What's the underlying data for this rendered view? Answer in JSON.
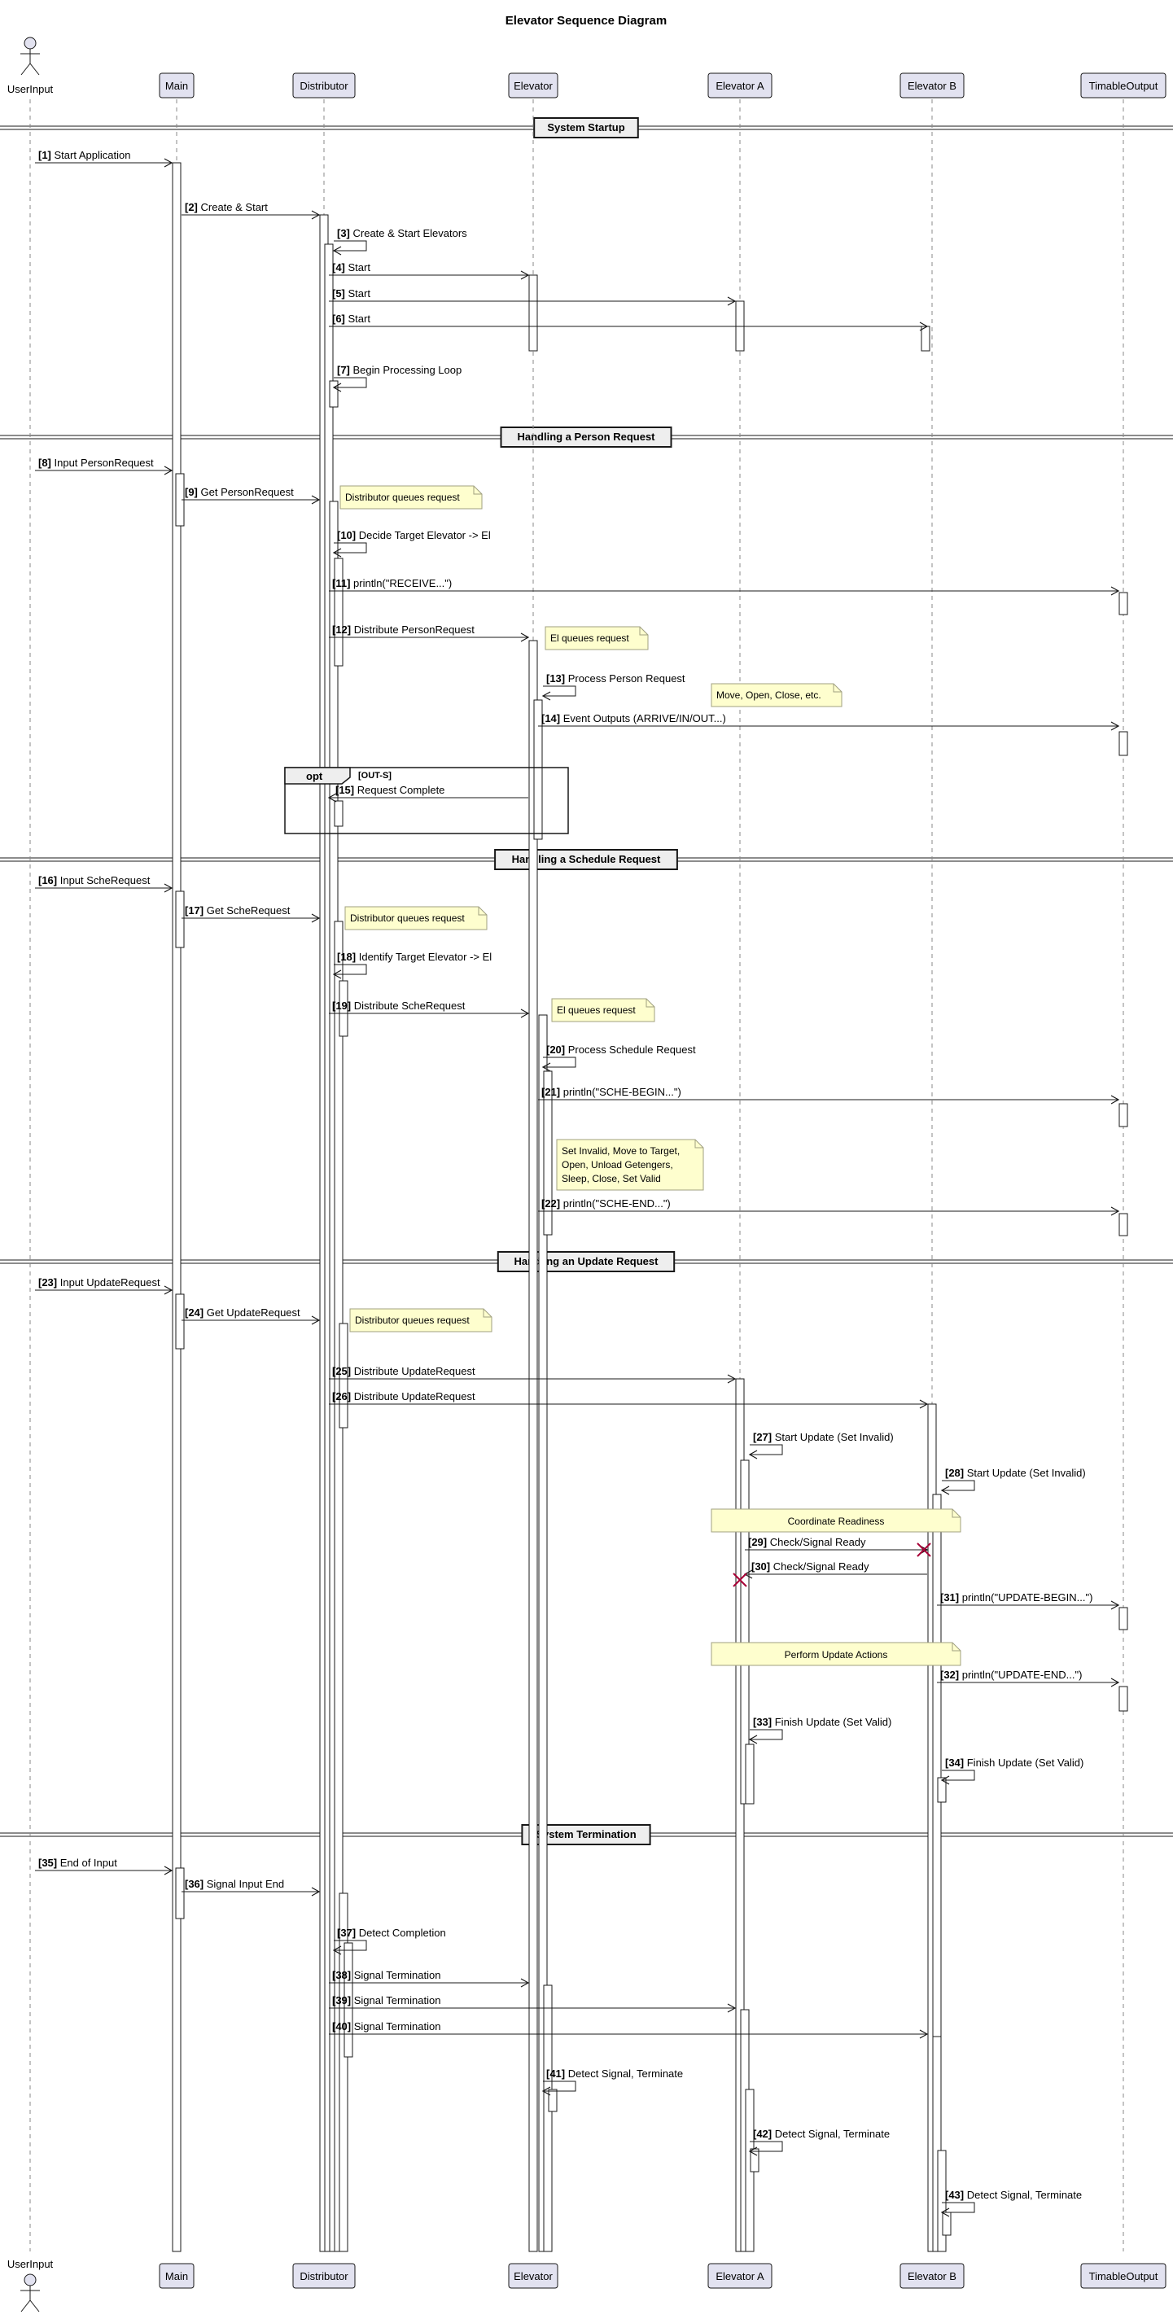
{
  "title": "Elevator Sequence Diagram",
  "participants": [
    {
      "id": "user",
      "label": "UserInput",
      "kind": "actor"
    },
    {
      "id": "main",
      "label": "Main",
      "kind": "box"
    },
    {
      "id": "dist",
      "label": "Distributor",
      "kind": "box"
    },
    {
      "id": "elev",
      "label": "Elevator",
      "kind": "box"
    },
    {
      "id": "ea",
      "label": "Elevator A",
      "kind": "box"
    },
    {
      "id": "eb",
      "label": "Elevator B",
      "kind": "box"
    },
    {
      "id": "out",
      "label": "TimableOutput",
      "kind": "box"
    }
  ],
  "sections": [
    {
      "label": "System Startup"
    },
    {
      "label": "Handling a Person Request"
    },
    {
      "label": "Handling a Schedule Request"
    },
    {
      "label": "Handling an Update Request"
    },
    {
      "label": "System Termination"
    }
  ],
  "messages": [
    {
      "n": "[1]",
      "text": "Start Application",
      "from": "user",
      "to": "main"
    },
    {
      "n": "[2]",
      "text": "Create & Start",
      "from": "main",
      "to": "dist"
    },
    {
      "n": "[3]",
      "text": "Create & Start Elevators",
      "from": "dist",
      "to": "dist"
    },
    {
      "n": "[4]",
      "text": "Start",
      "from": "dist",
      "to": "elev"
    },
    {
      "n": "[5]",
      "text": "Start",
      "from": "dist",
      "to": "ea"
    },
    {
      "n": "[6]",
      "text": "Start",
      "from": "dist",
      "to": "eb"
    },
    {
      "n": "[7]",
      "text": "Begin Processing Loop",
      "from": "dist",
      "to": "dist"
    },
    {
      "n": "[8]",
      "text": "Input PersonRequest",
      "from": "user",
      "to": "main"
    },
    {
      "n": "[9]",
      "text": "Get PersonRequest",
      "from": "main",
      "to": "dist"
    },
    {
      "n": "[10]",
      "text": "Decide Target Elevator -> El",
      "from": "dist",
      "to": "dist"
    },
    {
      "n": "[11]",
      "text": "println(\"RECEIVE...\")",
      "from": "dist",
      "to": "out"
    },
    {
      "n": "[12]",
      "text": "Distribute PersonRequest",
      "from": "dist",
      "to": "elev"
    },
    {
      "n": "[13]",
      "text": "Process Person Request",
      "from": "elev",
      "to": "elev"
    },
    {
      "n": "[14]",
      "text": "Event Outputs (ARRIVE/IN/OUT...)",
      "from": "elev",
      "to": "out"
    },
    {
      "n": "[15]",
      "text": "Request Complete",
      "from": "elev",
      "to": "dist"
    },
    {
      "n": "[16]",
      "text": "Input ScheRequest",
      "from": "user",
      "to": "main"
    },
    {
      "n": "[17]",
      "text": "Get ScheRequest",
      "from": "main",
      "to": "dist"
    },
    {
      "n": "[18]",
      "text": "Identify Target Elevator -> El",
      "from": "dist",
      "to": "dist"
    },
    {
      "n": "[19]",
      "text": "Distribute ScheRequest",
      "from": "dist",
      "to": "elev"
    },
    {
      "n": "[20]",
      "text": "Process Schedule Request",
      "from": "elev",
      "to": "elev"
    },
    {
      "n": "[21]",
      "text": "println(\"SCHE-BEGIN...\")",
      "from": "elev",
      "to": "out"
    },
    {
      "n": "[22]",
      "text": "println(\"SCHE-END...\")",
      "from": "elev",
      "to": "out"
    },
    {
      "n": "[23]",
      "text": "Input UpdateRequest",
      "from": "user",
      "to": "main"
    },
    {
      "n": "[24]",
      "text": "Get UpdateRequest",
      "from": "main",
      "to": "dist"
    },
    {
      "n": "[25]",
      "text": "Distribute UpdateRequest",
      "from": "dist",
      "to": "ea"
    },
    {
      "n": "[26]",
      "text": "Distribute UpdateRequest",
      "from": "dist",
      "to": "eb"
    },
    {
      "n": "[27]",
      "text": "Start Update (Set Invalid)",
      "from": "ea",
      "to": "ea"
    },
    {
      "n": "[28]",
      "text": "Start Update (Set Invalid)",
      "from": "eb",
      "to": "eb"
    },
    {
      "n": "[29]",
      "text": "Check/Signal Ready",
      "from": "ea",
      "to": "eb"
    },
    {
      "n": "[30]",
      "text": "Check/Signal Ready",
      "from": "eb",
      "to": "ea"
    },
    {
      "n": "[31]",
      "text": "println(\"UPDATE-BEGIN...\")",
      "from": "eb",
      "to": "out"
    },
    {
      "n": "[32]",
      "text": "println(\"UPDATE-END...\")",
      "from": "eb",
      "to": "out"
    },
    {
      "n": "[33]",
      "text": "Finish Update (Set Valid)",
      "from": "ea",
      "to": "ea"
    },
    {
      "n": "[34]",
      "text": "Finish Update (Set Valid)",
      "from": "eb",
      "to": "eb"
    },
    {
      "n": "[35]",
      "text": "End of Input",
      "from": "user",
      "to": "main"
    },
    {
      "n": "[36]",
      "text": "Signal Input End",
      "from": "main",
      "to": "dist"
    },
    {
      "n": "[37]",
      "text": "Detect Completion",
      "from": "dist",
      "to": "dist"
    },
    {
      "n": "[38]",
      "text": "Signal Termination",
      "from": "dist",
      "to": "elev"
    },
    {
      "n": "[39]",
      "text": "Signal Termination",
      "from": "dist",
      "to": "ea"
    },
    {
      "n": "[40]",
      "text": "Signal Termination",
      "from": "dist",
      "to": "eb"
    },
    {
      "n": "[41]",
      "text": "Detect Signal, Terminate",
      "from": "elev",
      "to": "elev"
    },
    {
      "n": "[42]",
      "text": "Detect Signal, Terminate",
      "from": "ea",
      "to": "ea"
    },
    {
      "n": "[43]",
      "text": "Detect Signal, Terminate",
      "from": "eb",
      "to": "eb"
    }
  ],
  "notes": [
    {
      "lines": [
        "Distributor queues request"
      ]
    },
    {
      "lines": [
        "El queues request"
      ]
    },
    {
      "lines": [
        "Move, Open, Close, etc."
      ]
    },
    {
      "lines": [
        "Distributor queues request"
      ]
    },
    {
      "lines": [
        "El queues request"
      ]
    },
    {
      "lines": [
        "Set Invalid, Move to Target,",
        "Open, Unload Getengers,",
        "Sleep, Close, Set Valid"
      ]
    },
    {
      "lines": [
        "Distributor queues request"
      ]
    },
    {
      "lines": [
        "Coordinate Readiness"
      ]
    },
    {
      "lines": [
        "Perform Update Actions"
      ]
    }
  ],
  "fragment": {
    "keyword": "opt",
    "guard": "[OUT-S]"
  },
  "colors": {
    "participant_fill": "#e2e2f0",
    "participant_stroke": "#181818",
    "note_fill": "#fefece",
    "note_stroke": "#a0a080",
    "destroy": "#a80036",
    "line": "#181818"
  }
}
